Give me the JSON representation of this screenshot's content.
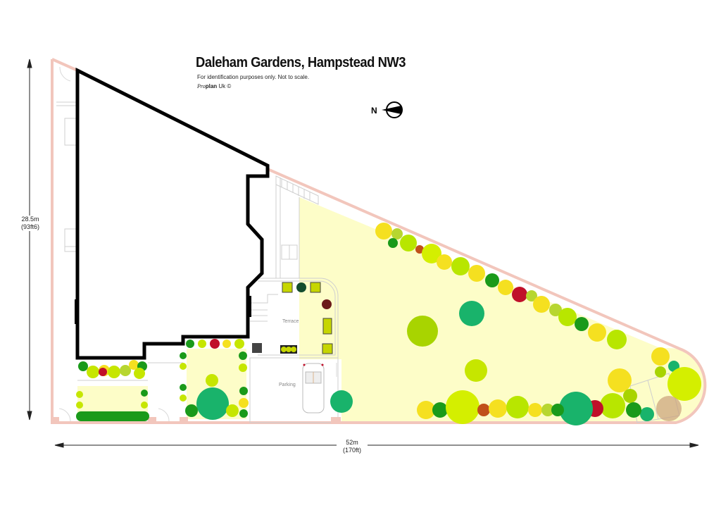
{
  "header": {
    "title": "Daleham Gardens, Hampstead NW3",
    "disclaimer": "For identification purposes only. Not to scale.",
    "credit_pro": "Pro",
    "credit_plan": "plan",
    "credit_rest": " Uk  ©"
  },
  "compass": {
    "label": "N",
    "icon": "north-arrow-icon"
  },
  "dimensions": {
    "height_m": "28.5m",
    "height_ft": "(93ft6)",
    "width_m": "52m",
    "width_ft": "(170ft)"
  },
  "areas": {
    "terrace": "Terrace",
    "parking": "Parking"
  },
  "colors": {
    "lawn": "#fdfdc8",
    "boundary": "#f2c6bc",
    "building_outline": "#000000",
    "paving": "#cccccc",
    "plant_dark_green": "#1a9a1a",
    "plant_emerald": "#19b36b",
    "plant_lime": "#c6e600",
    "plant_yellow": "#f5e020",
    "plant_red": "#c0102a"
  }
}
